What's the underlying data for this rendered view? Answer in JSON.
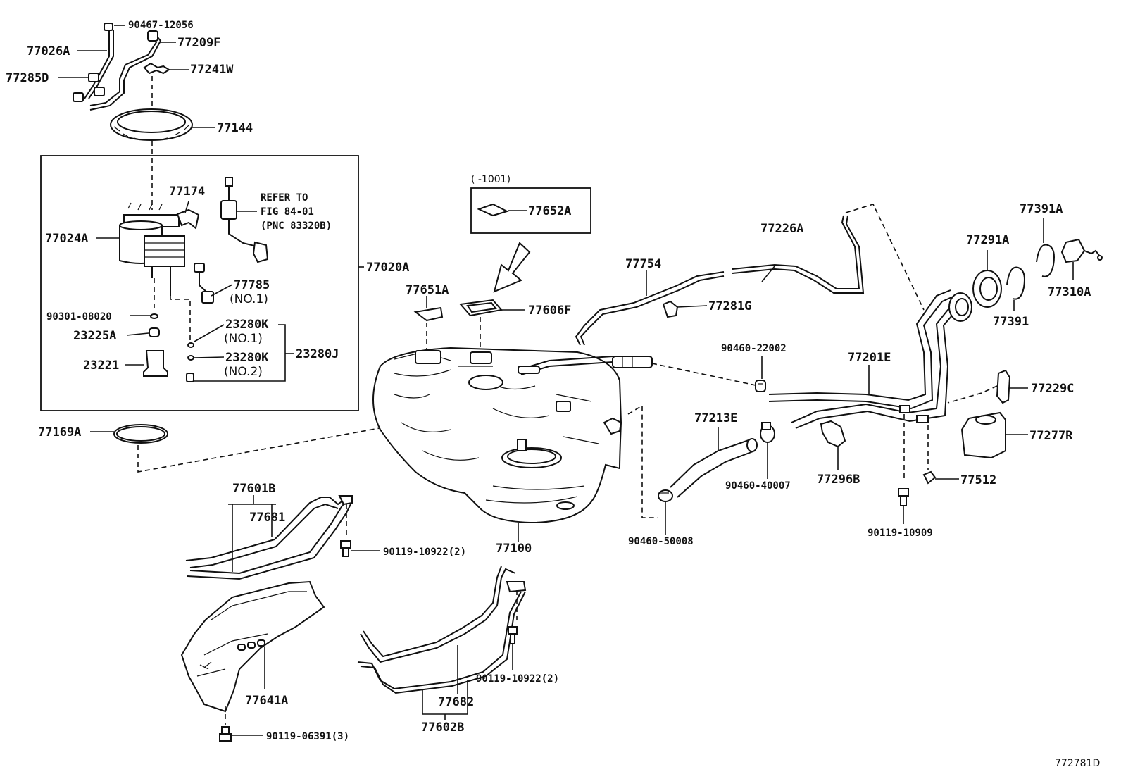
{
  "diagram": {
    "drawing_number": "772781D",
    "note_fig": {
      "line1": "REFER TO",
      "line2": "FIG 84-01",
      "line3": "(PNC 83320B)"
    },
    "inset": {
      "range": "(      -1001)",
      "part": "77652A"
    },
    "labels": {
      "p90467": "90467-12056",
      "p77026A": "77026A",
      "p77209F": "77209F",
      "p77285D": "77285D",
      "p77241W": "77241W",
      "p77144": "77144",
      "p77174": "77174",
      "p77024A": "77024A",
      "p77020A": "77020A",
      "p77785": "77785",
      "p77785no": "(NO.1)",
      "p90301": "90301-08020",
      "p23225A": "23225A",
      "p23280K1": "23280K",
      "p23280K1no": "(NO.1)",
      "p23280K2": "23280K",
      "p23280K2no": "(NO.2)",
      "p23280J": "23280J",
      "p23221": "23221",
      "p77169A": "77169A",
      "p77651A": "77651A",
      "p77606F": "77606F",
      "p77754": "77754",
      "p77226A": "77226A",
      "p77281G": "77281G",
      "p77291A": "77291A",
      "p77391A": "77391A",
      "p77310A": "77310A",
      "p77391": "77391",
      "p90460_22002": "90460-22002",
      "p77201E": "77201E",
      "p77229C": "77229C",
      "p77213E": "77213E",
      "p77277R": "77277R",
      "p90460_40007": "90460-40007",
      "p77296B": "77296B",
      "p77512": "77512",
      "p90460_50008": "90460-50008",
      "p90119_10909": "90119-10909",
      "p77601B": "77601B",
      "p77681": "77681",
      "p90119_10922a": "90119-10922(2)",
      "p77100": "77100",
      "p77641A": "77641A",
      "p77682": "77682",
      "p90119_10922b": "90119-10922(2)",
      "p77602B": "77602B",
      "p90119_06391": "90119-06391(3)"
    }
  }
}
